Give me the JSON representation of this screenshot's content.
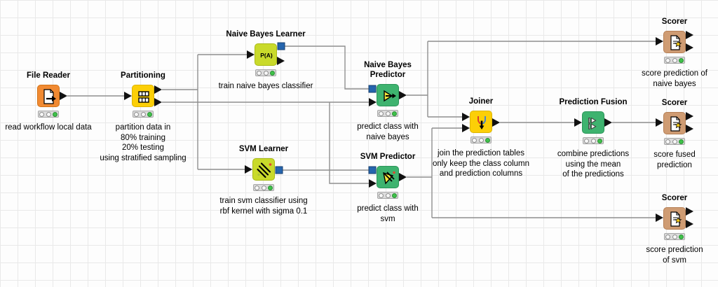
{
  "app": {
    "name": "KNIME workflow editor canvas"
  },
  "colors": {
    "background": "#fdfdfd",
    "grid": "#e9e9e9",
    "wire": "#8f8f8f",
    "data_port": "#111111",
    "model_port": "#2565ae",
    "status_green": "#3fc24a",
    "node_source_orange": "#f18a32",
    "node_manipulator_yellow": "#fccf07",
    "node_learner_chartreuse": "#c9da2b",
    "node_predictor_green": "#3eb36f",
    "node_scorer_tan": "#cf9c73"
  },
  "nodes": [
    {
      "id": "file-reader",
      "label_lines": [
        "File Reader"
      ],
      "comment_lines": [
        "read workflow local data"
      ],
      "status": "executed"
    },
    {
      "id": "partitioning",
      "label_lines": [
        "Partitioning"
      ],
      "comment_lines": [
        "partition data in",
        "80% training",
        "20% testing",
        "using stratified sampling"
      ],
      "status": "executed"
    },
    {
      "id": "naive-bayes-learner",
      "label_lines": [
        "Naive Bayes Learner"
      ],
      "icon_text": "P(A)",
      "comment_lines": [
        "train naive bayes classifier"
      ],
      "status": "executed"
    },
    {
      "id": "svm-learner",
      "label_lines": [
        "SVM Learner"
      ],
      "comment_lines": [
        "train svm classifier using",
        "rbf kernel with sigma 0.1"
      ],
      "status": "executed"
    },
    {
      "id": "naive-bayes-predictor",
      "label_lines": [
        "Naive Bayes",
        "Predictor"
      ],
      "comment_lines": [
        "predict class with",
        "naive bayes"
      ],
      "status": "executed"
    },
    {
      "id": "svm-predictor",
      "label_lines": [
        "SVM Predictor"
      ],
      "comment_lines": [
        "predict class with",
        "svm"
      ],
      "status": "executed"
    },
    {
      "id": "joiner",
      "label_lines": [
        "Joiner"
      ],
      "comment_lines": [
        "join the prediction tables",
        "only keep the class column",
        "and prediction columns"
      ],
      "status": "executed"
    },
    {
      "id": "prediction-fusion",
      "label_lines": [
        "Prediction Fusion"
      ],
      "comment_lines": [
        "combine predictions",
        "using the mean",
        "of the predictions"
      ],
      "status": "executed"
    },
    {
      "id": "scorer-naive-bayes",
      "label_lines": [
        "Scorer"
      ],
      "comment_lines": [
        "score prediction of",
        "naive bayes"
      ],
      "status": "executed"
    },
    {
      "id": "scorer-fused",
      "label_lines": [
        "Scorer"
      ],
      "comment_lines": [
        "score fused",
        "prediction"
      ],
      "status": "executed"
    },
    {
      "id": "scorer-svm",
      "label_lines": [
        "Scorer"
      ],
      "comment_lines": [
        "score prediction",
        "of svm"
      ],
      "status": "executed"
    }
  ]
}
